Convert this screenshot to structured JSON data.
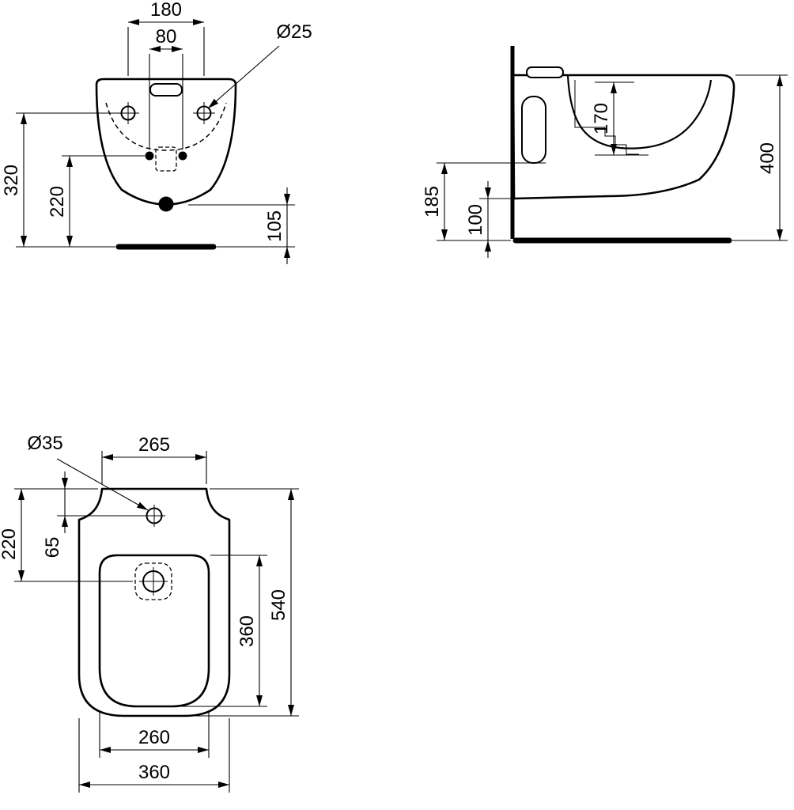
{
  "colors": {
    "ink": "#000000",
    "paper": "#ffffff"
  },
  "front_view": {
    "tap_hole_spacing": "180",
    "fixing_hole_spacing": "80",
    "hole_diameter": "Ø25",
    "overall_height": "320",
    "fixing_height": "220",
    "lower_clearance": "105"
  },
  "side_view": {
    "inner_depth": "170",
    "overall_height": "400",
    "rear_height": "185",
    "outlet_height": "100"
  },
  "plan_view": {
    "tap_hole_diameter": "Ø35",
    "rear_width": "265",
    "outlet_distance": "220",
    "tap_hole_setback": "65",
    "overall_depth": "540",
    "bowl_length": "360",
    "bowl_width": "260",
    "overall_width": "360"
  }
}
